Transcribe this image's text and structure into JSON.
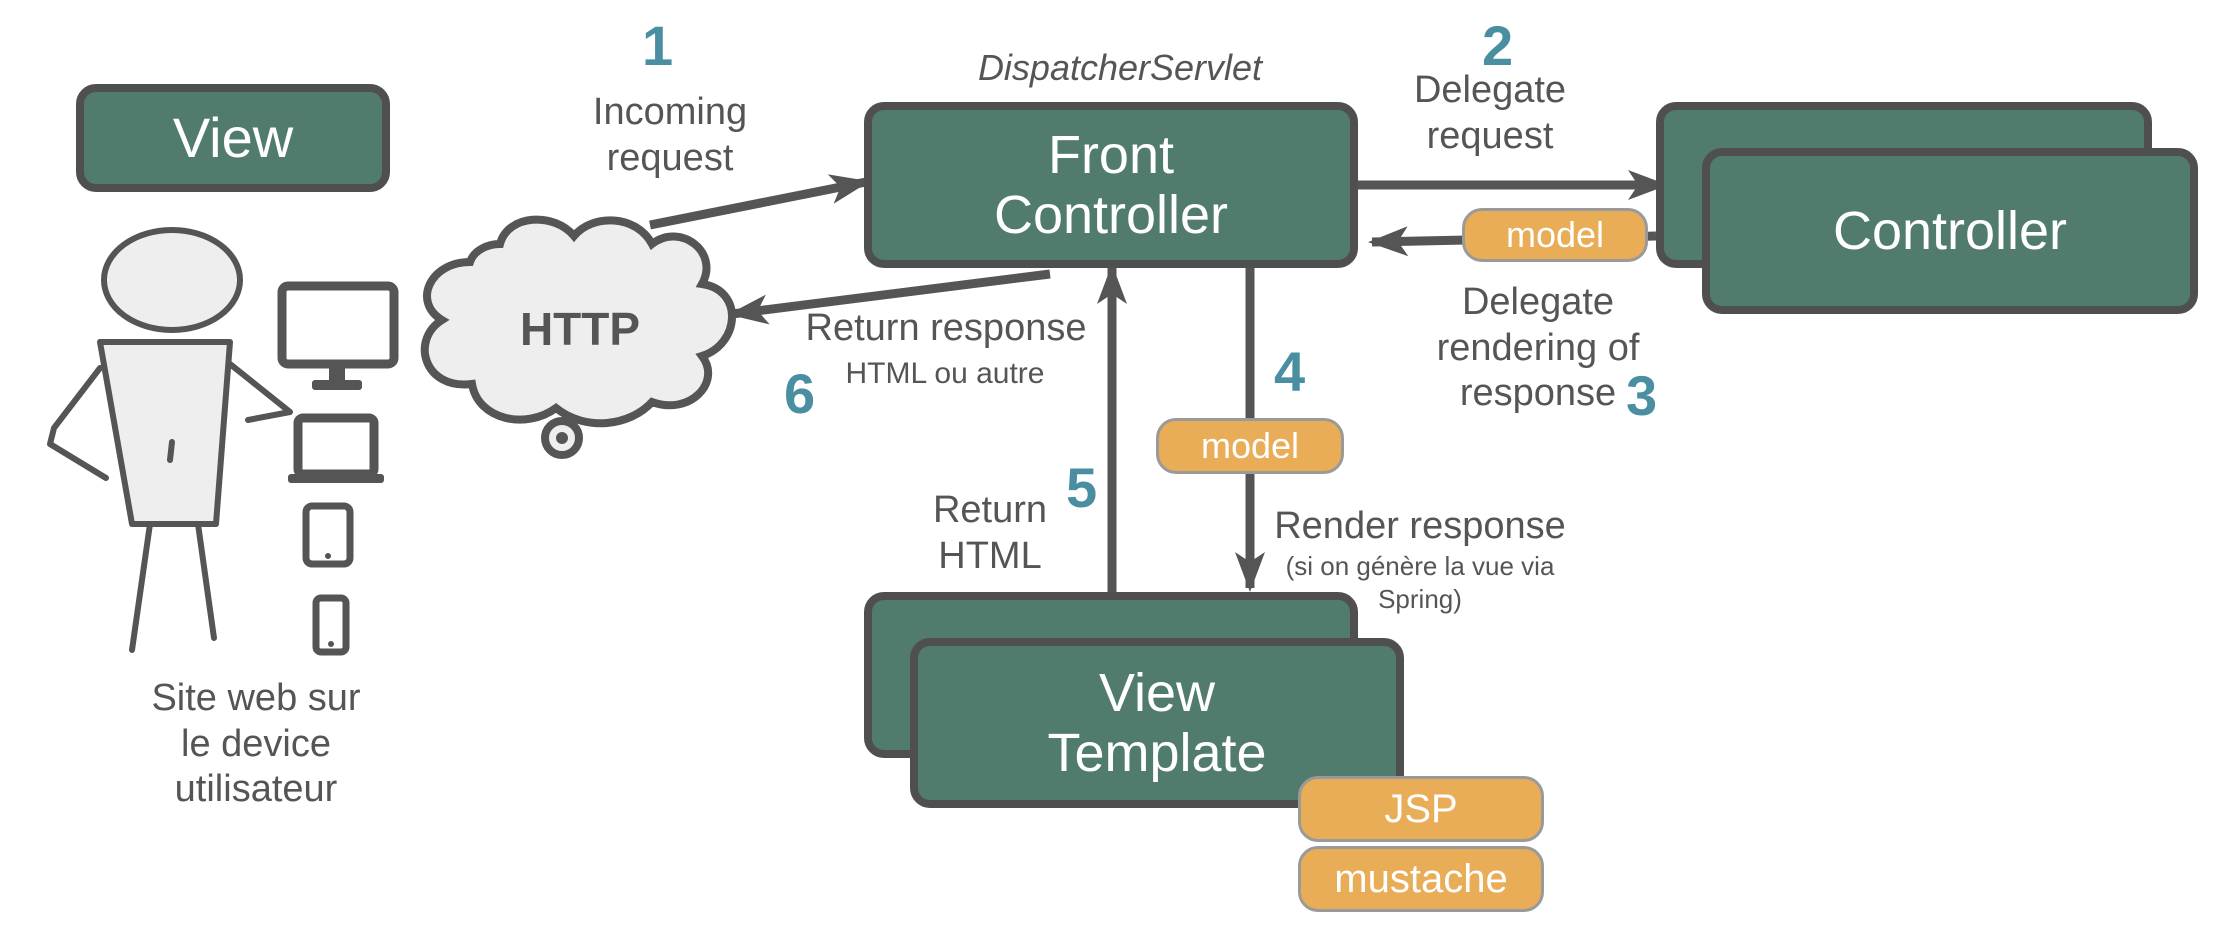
{
  "view_header": "View",
  "http_label": "HTTP",
  "user_caption": "Site web sur\nle device\nutilisateur",
  "dispatcher_label": "DispatcherServlet",
  "front_controller": "Front\nController",
  "controller": "Controller",
  "view_template": "View\nTemplate",
  "model_label": "model",
  "template_engines": [
    "JSP",
    "mustache"
  ],
  "steps": [
    {
      "num": "1",
      "text": "Incoming\nrequest"
    },
    {
      "num": "2",
      "text": "Delegate\nrequest"
    },
    {
      "num": "3",
      "text": "Delegate\nrendering of\nresponse"
    },
    {
      "num": "4",
      "text": "Render response",
      "subtext": "(si on génère la vue via\nSpring)"
    },
    {
      "num": "5",
      "text": "Return\nHTML"
    },
    {
      "num": "6",
      "text": "Return response",
      "subtext": "HTML ou autre"
    }
  ],
  "colors": {
    "box_fill": "#517c6d",
    "box_border": "#4f4f4f",
    "pill": "#e8ad56",
    "step_number": "#4a8ea2",
    "arrow": "#555555"
  }
}
